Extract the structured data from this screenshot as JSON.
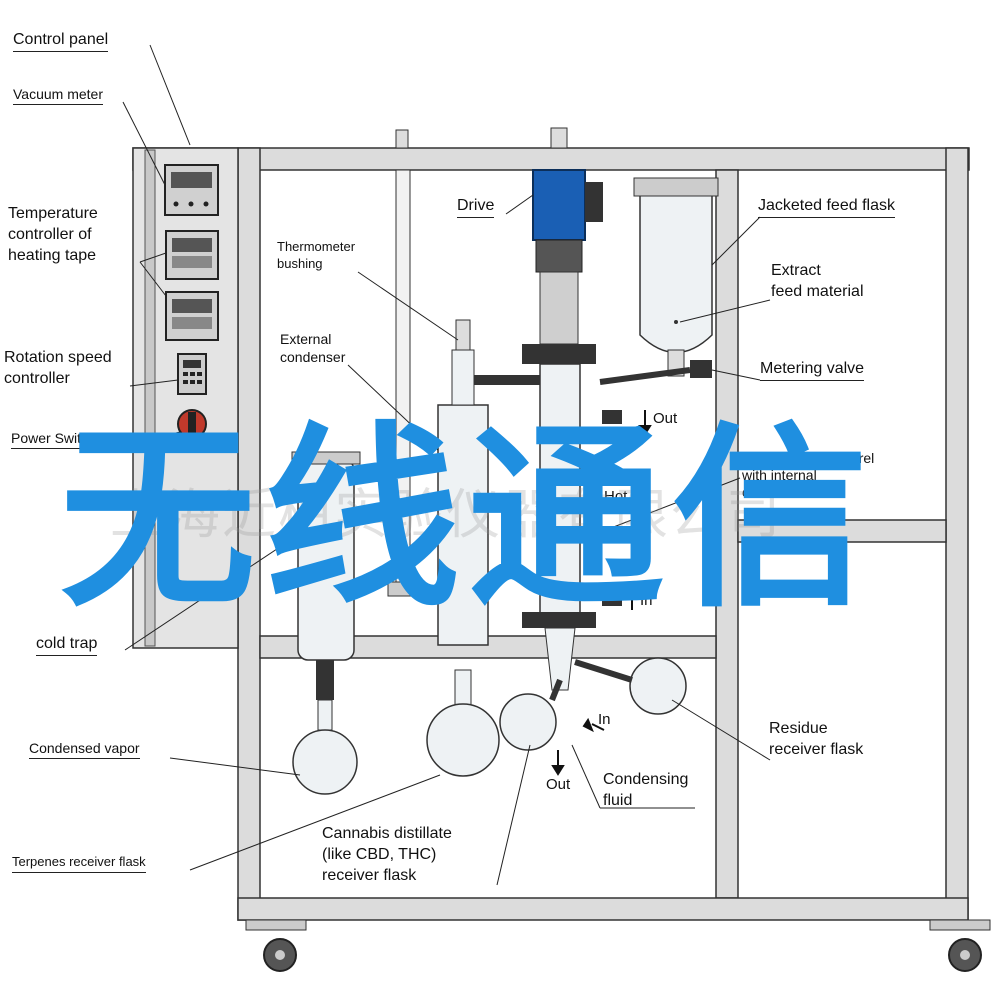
{
  "labels": {
    "control_panel": "Control panel",
    "vacuum_meter": "Vacuum meter",
    "temperature_controller": [
      "Temperature",
      "controller of",
      "heating tape"
    ],
    "rotation_speed_controller": [
      "Rotation speed",
      "controller"
    ],
    "power_switch": "Power Switch",
    "cold_trap": "cold trap",
    "condensed_vapor": "Condensed vapor",
    "terpenes_receiver_flask": "Terpenes receiver flask",
    "thermometer_bushing": [
      "Thermometer",
      "bushing"
    ],
    "external_condenser": [
      "External",
      "condenser"
    ],
    "drive": "Drive",
    "jacketed_feed_flask": "Jacketed feed flask",
    "extract_feed_material": [
      "Extract",
      "feed material"
    ],
    "metering_valve": "Metering valve",
    "jacketed_glass_barrel": [
      "Jacketed glass barrel",
      "with internal",
      "condenser"
    ],
    "hot": "Hot",
    "cannabis_distillate": [
      "Cannabis distillate",
      "(like CBD, THC)",
      "receiver flask"
    ],
    "condensing_fluid": [
      "Condensing",
      "fluid"
    ],
    "residue_receiver_flask": [
      "Residue",
      "receiver flask"
    ]
  },
  "flow_labels": {
    "out_top": "Out",
    "in_mid": "In",
    "in_bottom": "In",
    "out_bottom": "Out"
  },
  "overlay_text": "无线通信",
  "watermark_text": "上海近柏实验仪器有限公司",
  "colors": {
    "overlay": "#1f8fe0",
    "frame": "#d8d8d8",
    "frame_stroke": "#333333",
    "drive_motor": "#1a5fb4",
    "glass": "#eef2f4"
  }
}
